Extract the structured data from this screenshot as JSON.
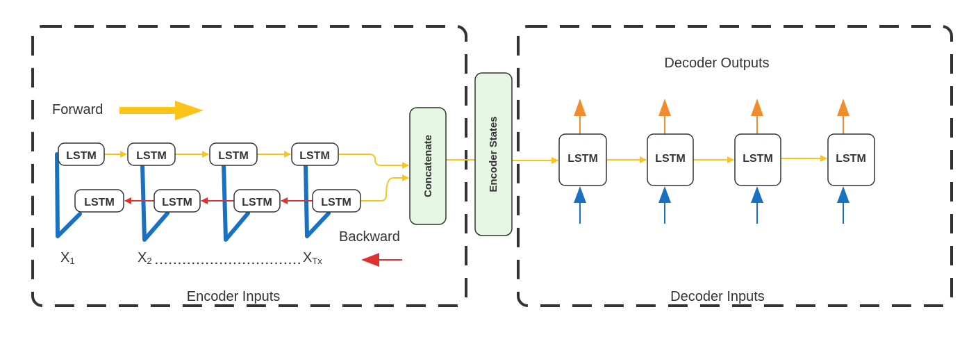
{
  "encoder": {
    "forward_label": "Forward",
    "backward_label": "Backward",
    "inputs_label": "Encoder Inputs",
    "forward_cells": [
      "LSTM",
      "LSTM",
      "LSTM",
      "LSTM"
    ],
    "backward_cells": [
      "LSTM",
      "LSTM",
      "LSTM",
      "LSTM"
    ],
    "x_labels": {
      "x1": {
        "base": "X",
        "sub": "1"
      },
      "x2": {
        "base": "X",
        "sub": "2"
      },
      "xtx": {
        "base": "X",
        "sub": "Tx"
      },
      "ellipsis": "................................"
    }
  },
  "concatenate_label": "Concatenate",
  "encoder_states_label": "Encoder States",
  "decoder": {
    "outputs_label": "Decoder Outputs",
    "inputs_label": "Decoder Inputs",
    "cells": [
      "LSTM",
      "LSTM",
      "LSTM",
      "LSTM"
    ]
  },
  "colors": {
    "forward": "#fcc419",
    "backward": "#e03131",
    "input": "#1971c2",
    "output": "#f08c2e",
    "green_fill": "#e6f7e4",
    "border": "#333333"
  }
}
